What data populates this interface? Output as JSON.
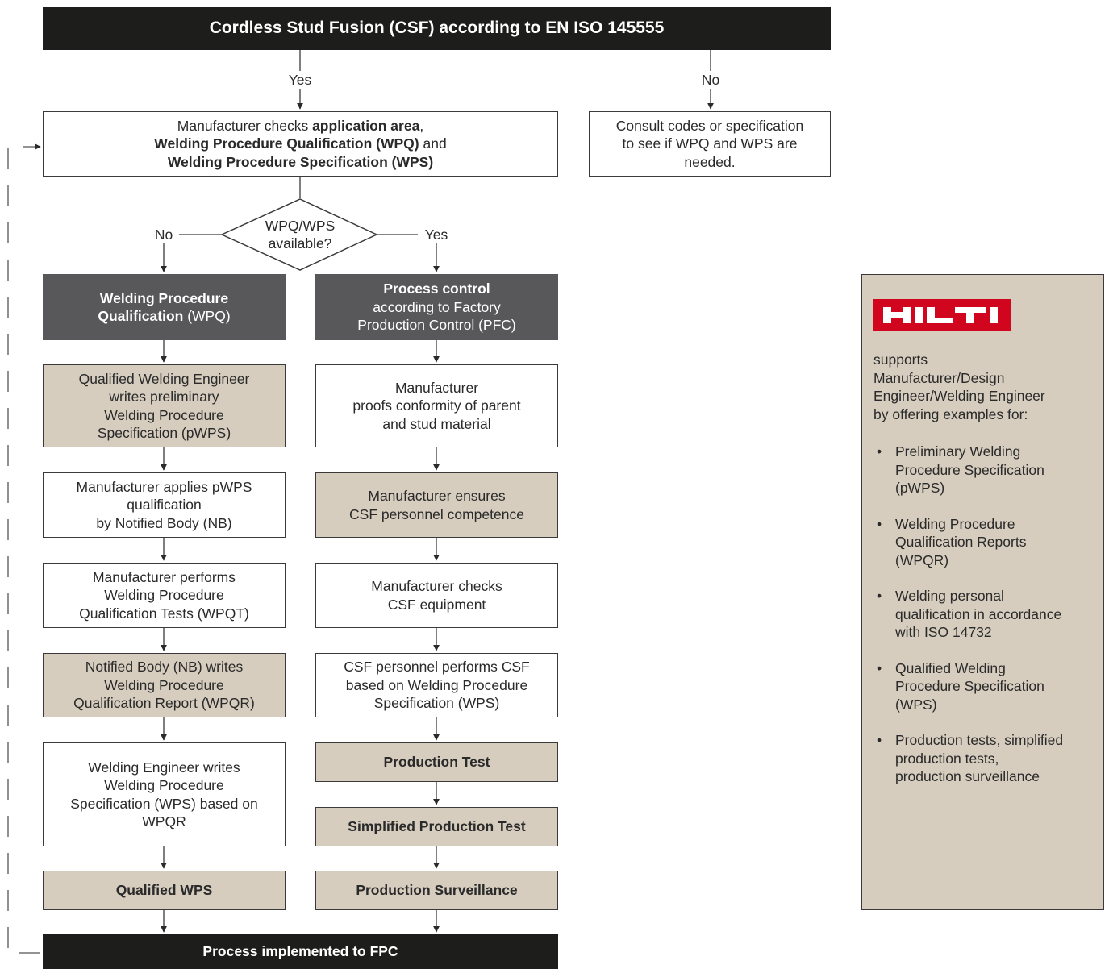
{
  "title": "Cordless Stud Fusion (CSF) according to EN ISO 145555",
  "top_yes": "Yes",
  "top_no": "No",
  "manufacturer_checks": {
    "line1_pre": "Manufacturer checks ",
    "line1_bold": "application area",
    "line1_post": ",",
    "line2_bold": "Welding Procedure Qualification (WPQ)",
    "line2_post": " and",
    "line3_bold": "Welding Procedure Specification (WPS)"
  },
  "consult": [
    "Consult codes or specification",
    "to see if WPQ and WPS are",
    "needed."
  ],
  "decision": {
    "lines": [
      "WPQ/WPS",
      "available?"
    ],
    "no": "No",
    "yes": "Yes"
  },
  "left": {
    "wpq_head": {
      "bold1": "Welding Procedure",
      "bold2": "Qualification",
      "rest": " (WPQ)"
    },
    "boxes": [
      [
        "Qualified Welding Engineer",
        "writes preliminary",
        "Welding Procedure",
        "Specification (pWPS)"
      ],
      [
        "Manufacturer applies pWPS",
        "qualification",
        "by Notified Body (NB)"
      ],
      [
        "Manufacturer performs",
        "Welding Procedure",
        "Qualification Tests (WPQT)"
      ],
      [
        "Notified Body (NB) writes",
        "Welding Procedure",
        "Qualification Report (WPQR)"
      ],
      [
        "Welding Engineer writes",
        "Welding Procedure",
        "Specification (WPS) based on",
        "WPQR"
      ]
    ],
    "qualified_wps": "Qualified WPS"
  },
  "right": {
    "pc_head": {
      "bold": "Process control",
      "line2": "according to Factory",
      "line3": "Production Control (PFC)"
    },
    "boxes": [
      [
        "Manufacturer",
        "proofs conformity of parent",
        "and stud material"
      ],
      [
        "Manufacturer ensures",
        "CSF personnel competence"
      ],
      [
        "Manufacturer checks",
        "CSF equipment"
      ],
      [
        "CSF personnel performs CSF",
        "based on Welding Procedure",
        "Specification (WPS)"
      ]
    ],
    "production_test": "Production Test",
    "simplified_test": "Simplified Production Test",
    "surveillance": "Production Surveillance"
  },
  "bottom": "Process implemented to FPC",
  "panel": {
    "logo": "HILTI",
    "intro": [
      "supports",
      "Manufacturer/Design",
      "Engineer/Welding Engineer",
      "by offering examples for:"
    ],
    "items": [
      [
        "Preliminary Welding",
        "Procedure Specification",
        "(pWPS)"
      ],
      [
        "Welding Procedure",
        "Qualification Reports",
        "(WPQR)"
      ],
      [
        "Welding personal",
        "qualification in accordance",
        "with ISO 14732"
      ],
      [
        "Qualified Welding",
        "Procedure Specification",
        "(WPS)"
      ],
      [
        "Production tests, simplified",
        "production tests,",
        "production surveillance"
      ]
    ],
    "bullet": "•"
  },
  "colors": {
    "tan": "#d6cdbf",
    "grey": "#58585a",
    "black": "#1d1d1b",
    "hilti_red": "#d2051e"
  }
}
